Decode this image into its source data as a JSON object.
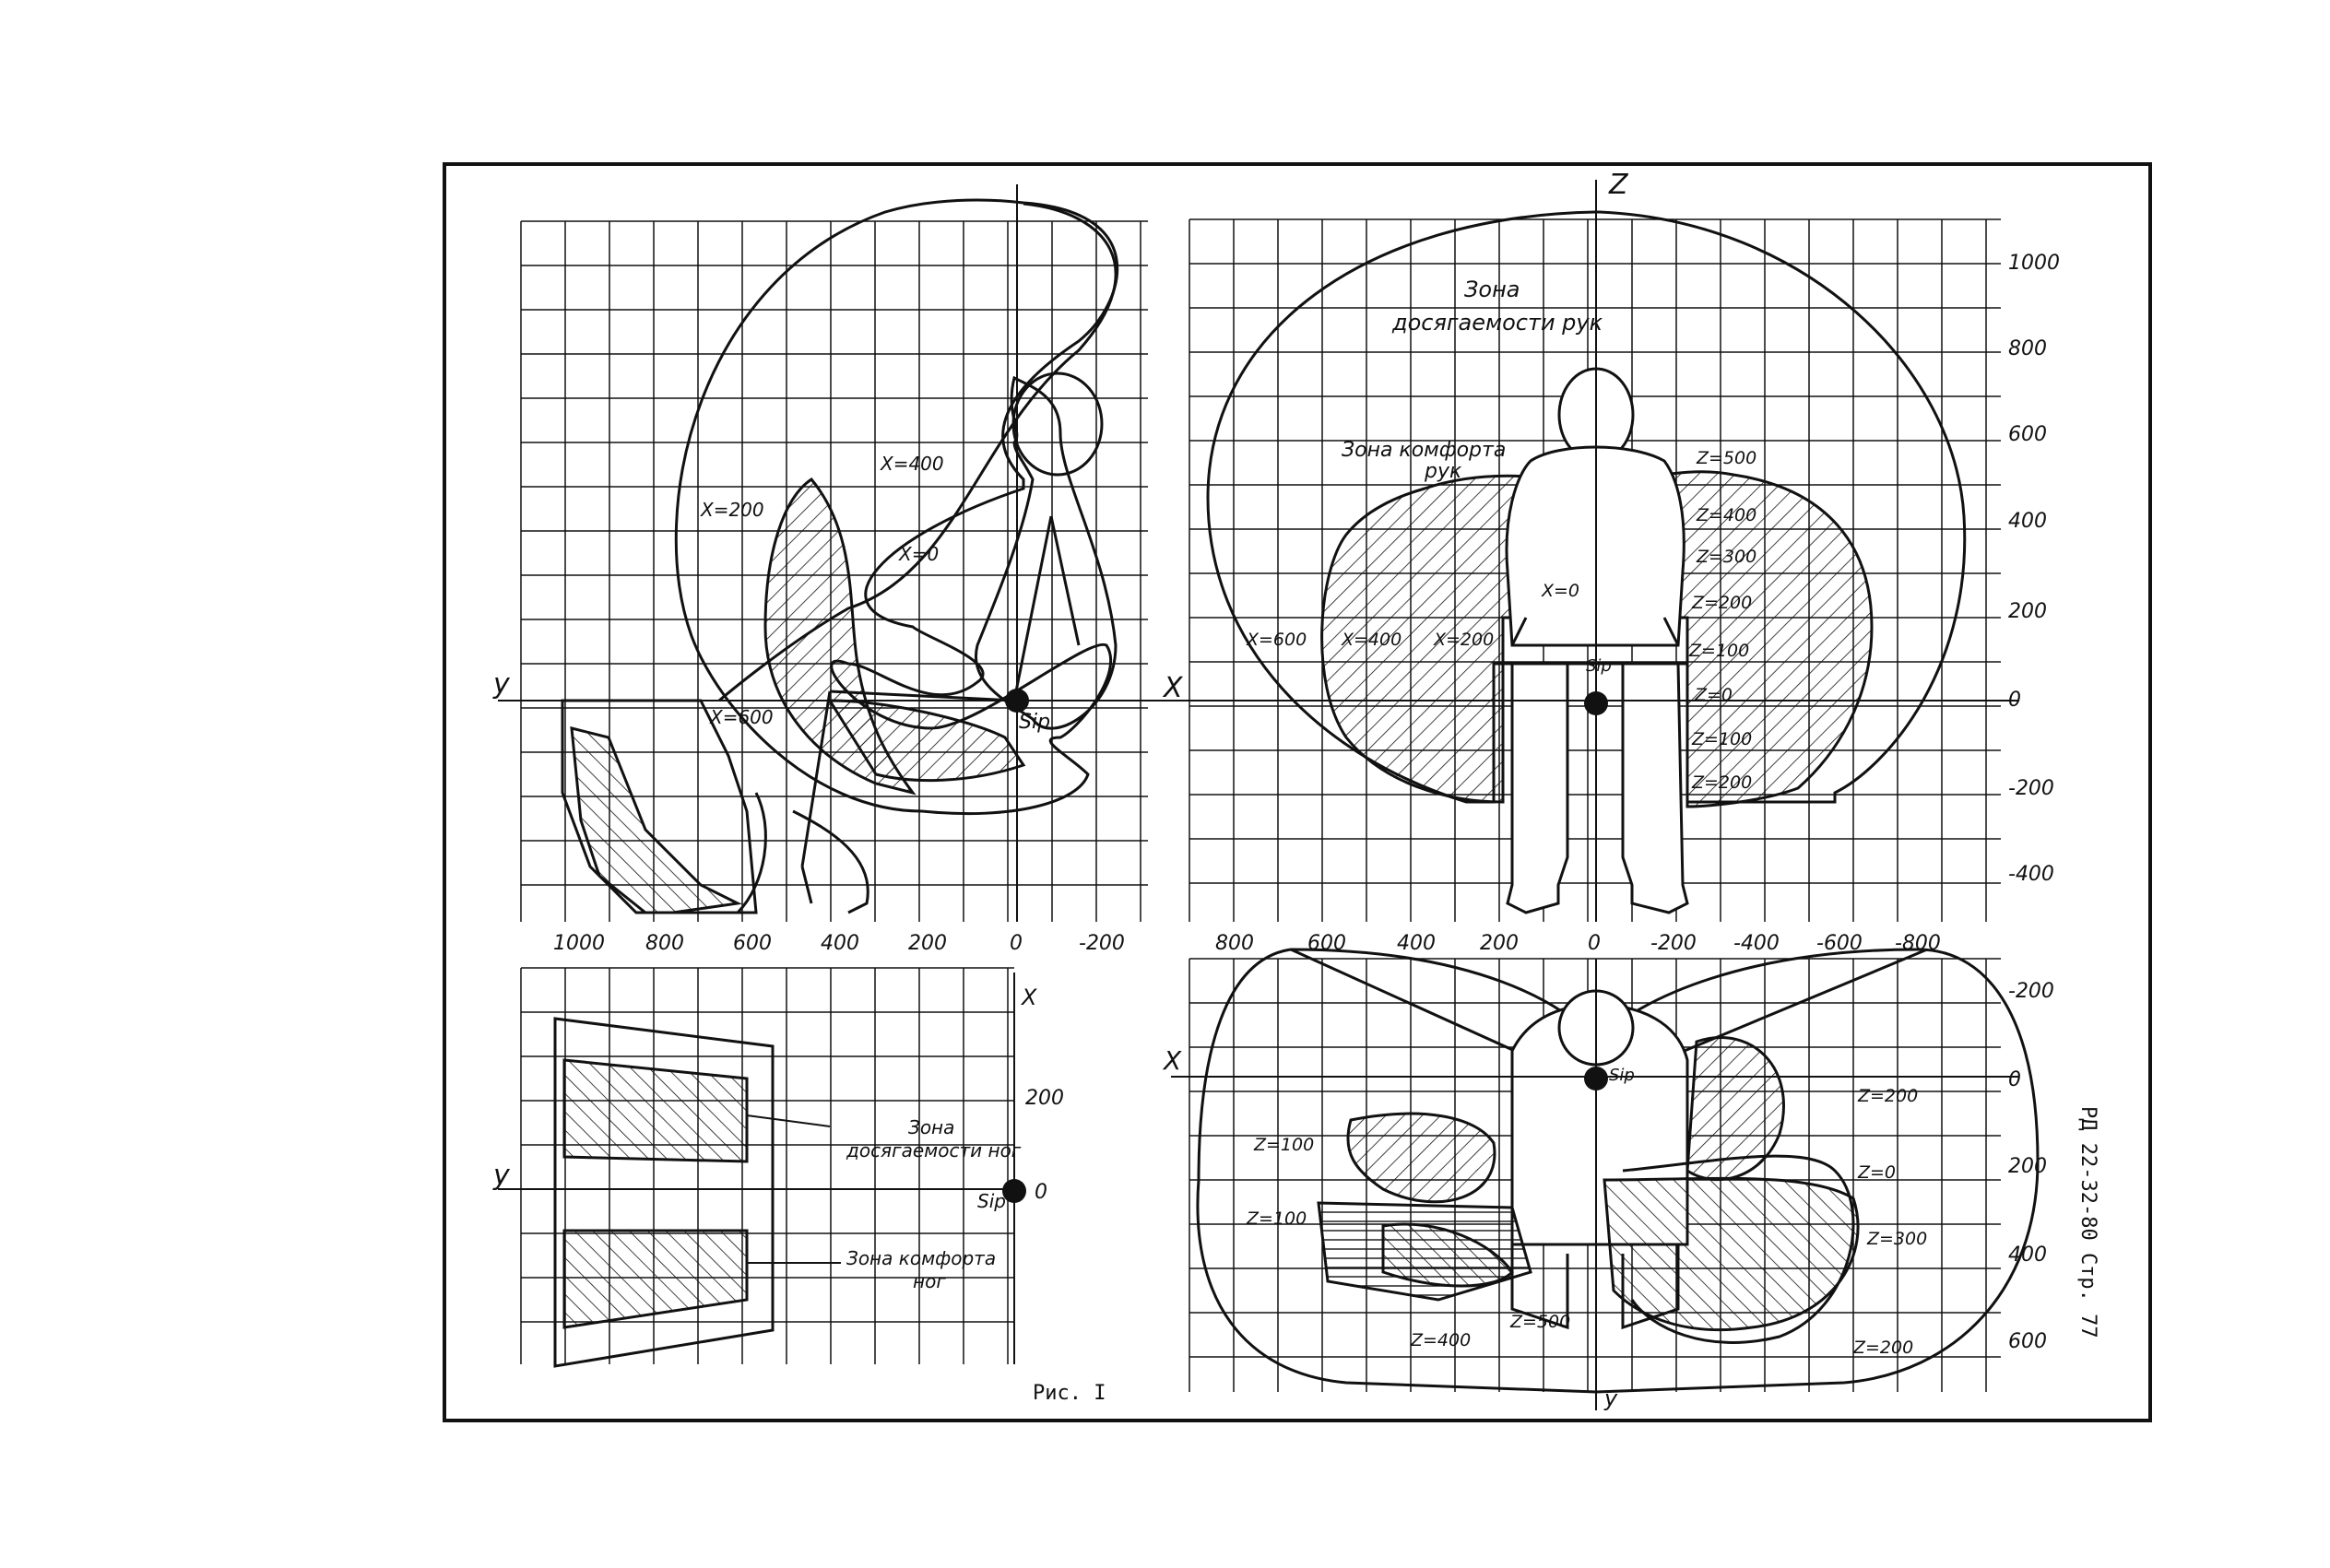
{
  "figure": {
    "caption": "Рис. I",
    "side_note": "РД 22-32-80 Стр. 77"
  },
  "panel_side": {
    "axis_y": "y",
    "sip": "Sip",
    "labels": {
      "x400": "X=400",
      "x200": "X=200",
      "x0": "X=0",
      "x600": "X=600"
    },
    "ticks": [
      "1000",
      "800",
      "600",
      "400",
      "200",
      "0",
      "-200"
    ]
  },
  "panel_front": {
    "axis_z": "Z",
    "axis_x": "X",
    "sip": "Sip",
    "reach_title_1": "Зона",
    "reach_title_2": "досягаемости рук",
    "comfort_title_1": "Зона комфорта",
    "comfort_title_2": "рук",
    "labels": {
      "z500": "Z=500",
      "z400": "Z=400",
      "z300": "Z=300",
      "z200": "Z=200",
      "z100": "Z=100",
      "z0": "Z=0",
      "zm100": "Z=100",
      "zm200": "Z=200",
      "x600": "X=600",
      "x400": "X=400",
      "x200": "X=200",
      "x0": "X=0"
    },
    "right_ticks": [
      "1000",
      "800",
      "600",
      "400",
      "200",
      "0",
      "-200",
      "-400"
    ],
    "bottom_ticks": [
      "800",
      "600",
      "400",
      "200",
      "0",
      "-200",
      "-400",
      "-600",
      "-800"
    ]
  },
  "panel_legs": {
    "axis_x": "X",
    "axis_y": "y",
    "sip": "Sip",
    "ticks": [
      "200",
      "0"
    ],
    "reach_1": "Зона",
    "reach_2": "досягаемости ног",
    "comfort_1": "Зона комфорта",
    "comfort_2": "ног"
  },
  "panel_top": {
    "axis_x": "X",
    "axis_y": "y",
    "sip": "Sip",
    "labels": {
      "z100a": "Z=100",
      "z100b": "Z=100",
      "z400": "Z=400",
      "z500": "Z=500",
      "z200a": "Z=200",
      "z0": "Z=0",
      "z300": "Z=300",
      "z200b": "Z=200"
    },
    "right_ticks": [
      "-200",
      "0",
      "200",
      "400",
      "600"
    ]
  },
  "colors": {
    "ink": "#111111",
    "paper": "#ffffff"
  }
}
